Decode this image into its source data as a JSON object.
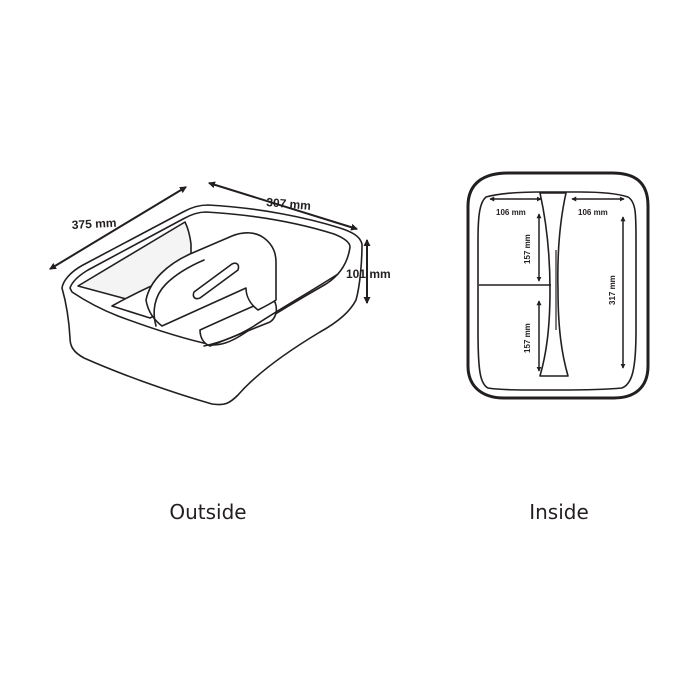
{
  "outside": {
    "caption": "Outside",
    "dimensions": {
      "length": "375 mm",
      "width": "307 mm",
      "height": "101 mm"
    }
  },
  "inside": {
    "caption": "Inside",
    "dimensions": {
      "left_compartment_width": "106 mm",
      "right_compartment_width": "106 mm",
      "upper_left_depth": "157 mm",
      "lower_left_depth": "157 mm",
      "right_depth": "317 mm"
    }
  },
  "colors": {
    "line": "#231f20",
    "fill": "#ffffff",
    "shade": "#f4f4f4"
  }
}
